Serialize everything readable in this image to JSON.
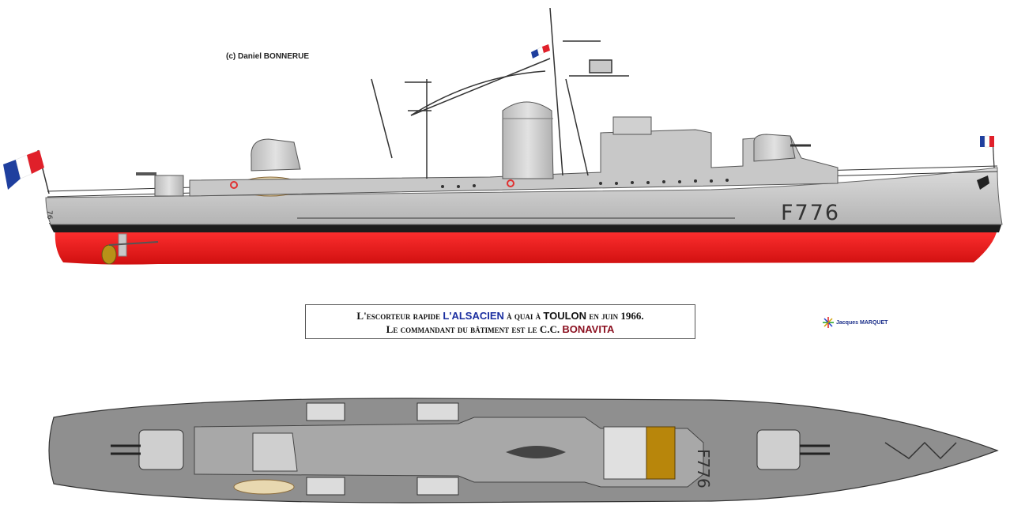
{
  "credit": "(c) Daniel BONNERUE",
  "caption": {
    "line1_a": "L'escorteur rapide",
    "ship_name": "L'ALSACIEN",
    "line1_b": "à quai à",
    "city": "TOULON",
    "line1_c": "en juin",
    "year": "1966.",
    "line2_a": "Le commandant du bâtiment est le C.C.",
    "commander": "BONAVITA"
  },
  "signature": {
    "first": "Jacques",
    "last": "MARQUET"
  },
  "side_view": {
    "pennant_number": "F776",
    "bow_number": "76"
  },
  "top_view": {
    "pennant_number": "F776"
  },
  "colors": {
    "hull_grey": "#c4c4c4",
    "antifouling_red": "#e81a1a",
    "boot_top": "#1a1a1a",
    "deck_grey": "#8a8a8a",
    "helideck_brown": "#b8860b",
    "flag_blue": "#1f3f9e",
    "flag_red": "#e0202a"
  }
}
